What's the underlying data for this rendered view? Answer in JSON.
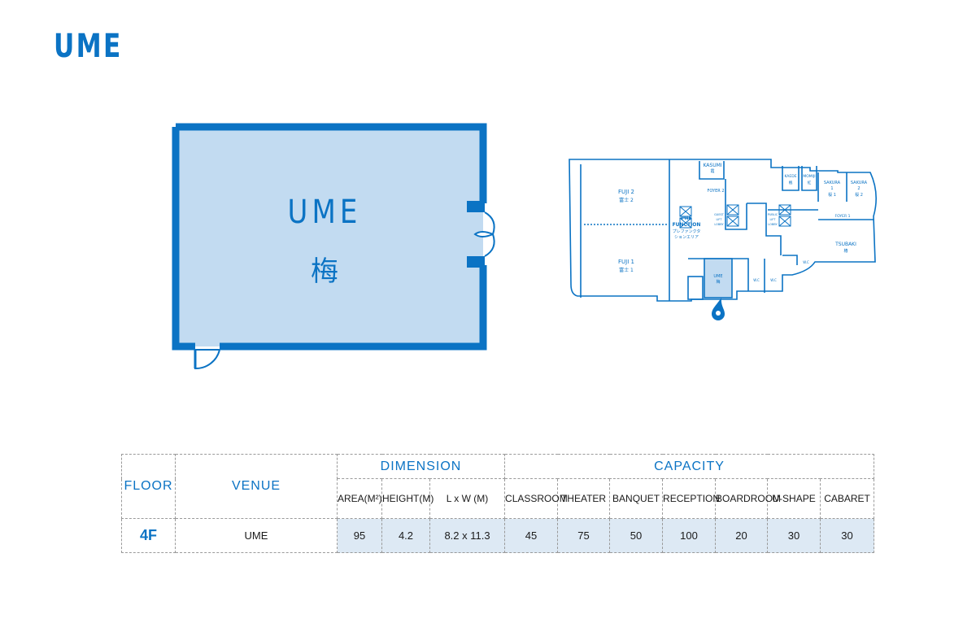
{
  "title": "UME",
  "room": {
    "name_en": "UME",
    "name_jp": "梅"
  },
  "floor_map": {
    "rooms": {
      "fuji2": "FUJI 2",
      "fuji2_jp": "富士 2",
      "fuji1": "FUJI 1",
      "fuji1_jp": "富士 1",
      "kasumi": "KASUMI",
      "kasumi_jp": "霞",
      "foyer2": "FOYER 2",
      "pre_function_1": "PRE",
      "pre_function_2": "FUNCTION",
      "pre_function_jp_1": "プレファンクタ",
      "pre_function_jp_2": "ションエリア",
      "guest_lift_1": "GUEST",
      "guest_lift_2": "LIFT",
      "guest_lift_3": "LOBBY",
      "public_lift_1": "PUBLIC",
      "public_lift_2": "LIFT",
      "public_lift_3": "LOBBY",
      "kaede": "KAEDE",
      "kaede_jp": "楓",
      "momiji": "MOMIJI",
      "momiji_jp": "紅",
      "sakura1_1": "SAKURA",
      "sakura1_2": "1",
      "sakura1_jp": "桜 1",
      "sakura2_1": "SAKURA",
      "sakura2_2": "2",
      "sakura2_jp": "桜 2",
      "foyer1": "FOYER 1",
      "tsubaki": "TSUBAKI",
      "tsubaki_jp": "椿",
      "ume": "UME",
      "ume_jp": "梅",
      "wc1": "W.C",
      "wc2": "W.C",
      "wc3": "W.C"
    }
  },
  "table": {
    "floor_header": "FLOOR",
    "venue_header": "VENUE",
    "dimension_header": "DIMENSION",
    "capacity_header": "CAPACITY",
    "dimension_cols": [
      "AREA(M²)",
      "HEIGHT(M)",
      "L x W (M)"
    ],
    "capacity_cols": [
      "CLASSROOM",
      "THEATER",
      "BANQUET",
      "RECEPTION",
      "BOARDROOM",
      "U-SHAPE",
      "CABARET"
    ],
    "row": {
      "floor": "4F",
      "venue": "UME",
      "dimension": [
        "95",
        "4.2",
        "8.2 x 11.3"
      ],
      "capacity": [
        "45",
        "75",
        "50",
        "100",
        "20",
        "30",
        "30"
      ]
    }
  },
  "colors": {
    "accent": "#0b73c4",
    "room_fill": "#c2dbf1",
    "cell_fill": "#dde9f4"
  }
}
